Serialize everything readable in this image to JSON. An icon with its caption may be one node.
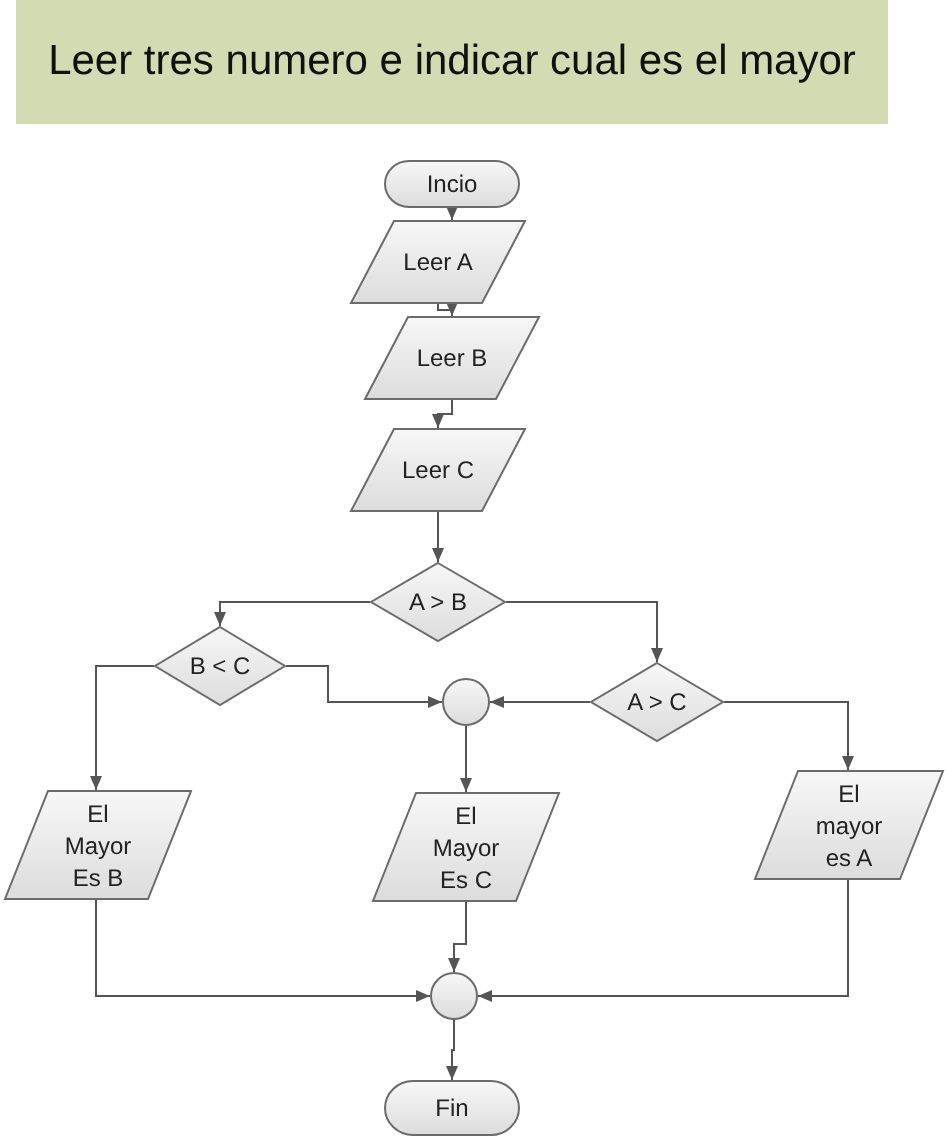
{
  "diagram": {
    "title": "Leer tres numero e indicar cual es el mayor",
    "nodes": [
      {
        "text": [
          "Incio"
        ]
      },
      {
        "text": [
          "Leer A"
        ]
      },
      {
        "text": [
          "Leer B"
        ]
      },
      {
        "text": [
          "Leer C"
        ]
      },
      {
        "text": [
          "A > B"
        ]
      },
      {
        "text": [
          "B < C"
        ]
      },
      {
        "text": [],
        "shape": "circle"
      },
      {
        "text": [
          "A > C"
        ]
      },
      {
        "text": [
          "El Mayor Es B"
        ]
      },
      {
        "text": [
          "El Mayor Es C"
        ]
      },
      {
        "text": [
          "El mayor es A"
        ]
      },
      {
        "text": [],
        "shape": "circle"
      },
      {
        "text": [
          "Fin"
        ]
      }
    ],
    "edges": [
      {
        "from": 0,
        "to": 1,
        "arrow": "to"
      },
      {
        "from": 1,
        "to": 2,
        "arrow": "to"
      },
      {
        "from": 2,
        "to": 3,
        "arrow": "to"
      },
      {
        "from": 3,
        "to": 4,
        "arrow": "to"
      },
      {
        "from": 4,
        "to": 5,
        "arrow": "to"
      },
      {
        "from": 4,
        "to": 7,
        "arrow": "to"
      },
      {
        "from": 5,
        "to": 8,
        "arrow": "to"
      },
      {
        "from": 5,
        "to": 6,
        "arrow": "to"
      },
      {
        "from": 7,
        "to": 6,
        "arrow": "to"
      },
      {
        "from": 7,
        "to": 10,
        "arrow": "to"
      },
      {
        "from": 6,
        "to": 9,
        "arrow": "to"
      },
      {
        "from": 8,
        "to": 11,
        "arrow": "to"
      },
      {
        "from": 9,
        "to": 11,
        "arrow": "to"
      },
      {
        "from": 10,
        "to": 11,
        "arrow": "to"
      },
      {
        "from": 11,
        "to": 12,
        "arrow": "to"
      }
    ]
  }
}
